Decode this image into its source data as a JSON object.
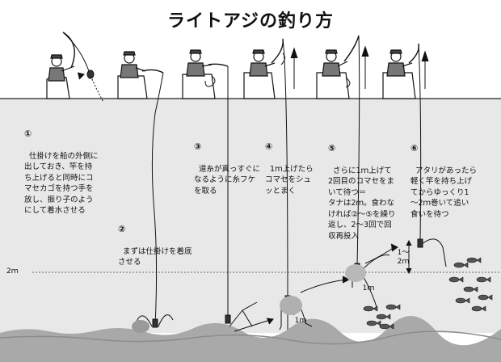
{
  "title": "ライトアジの釣り方",
  "depth_marker": "2ｍ",
  "steps": [
    {
      "num": "①",
      "text": "仕掛けを船の外側に\n出しておき、竿を持\nち上げると同時にコ\nマセカゴを持つ手を\n放し、振り子のよう\nにして着水させる"
    },
    {
      "num": "②",
      "text": "まずは仕掛けを着底\nさせる"
    },
    {
      "num": "③",
      "text": "道糸が真っすぐに\nなるように糸フケ\nを取る"
    },
    {
      "num": "④",
      "text": "1ｍ上げたら\nコマセをシュ\nッとまく"
    },
    {
      "num": "⑤",
      "text": "さらに1ｍ上げて\n2回目のコマセをま\nいて待つ＝\nタナは2ｍ。食わな\nければ②～⑤を繰り\n返し、2～3回で回\n収再投入"
    },
    {
      "num": "⑥",
      "text": "アタリがあったら\n軽く竿を持ち上げ\nてからゆっくり1\n～2ｍ巻いて追い\n食いを待つ"
    }
  ],
  "labels": {
    "one_m_a": "1ｍ",
    "one_m_b": "1ｍ",
    "one_to_two_m": "1～\n2ｍ"
  },
  "colors": {
    "water": "#e6e6e6",
    "seabed": "#a8a8a8",
    "line": "#111111",
    "chum": "#b4b4b4"
  }
}
